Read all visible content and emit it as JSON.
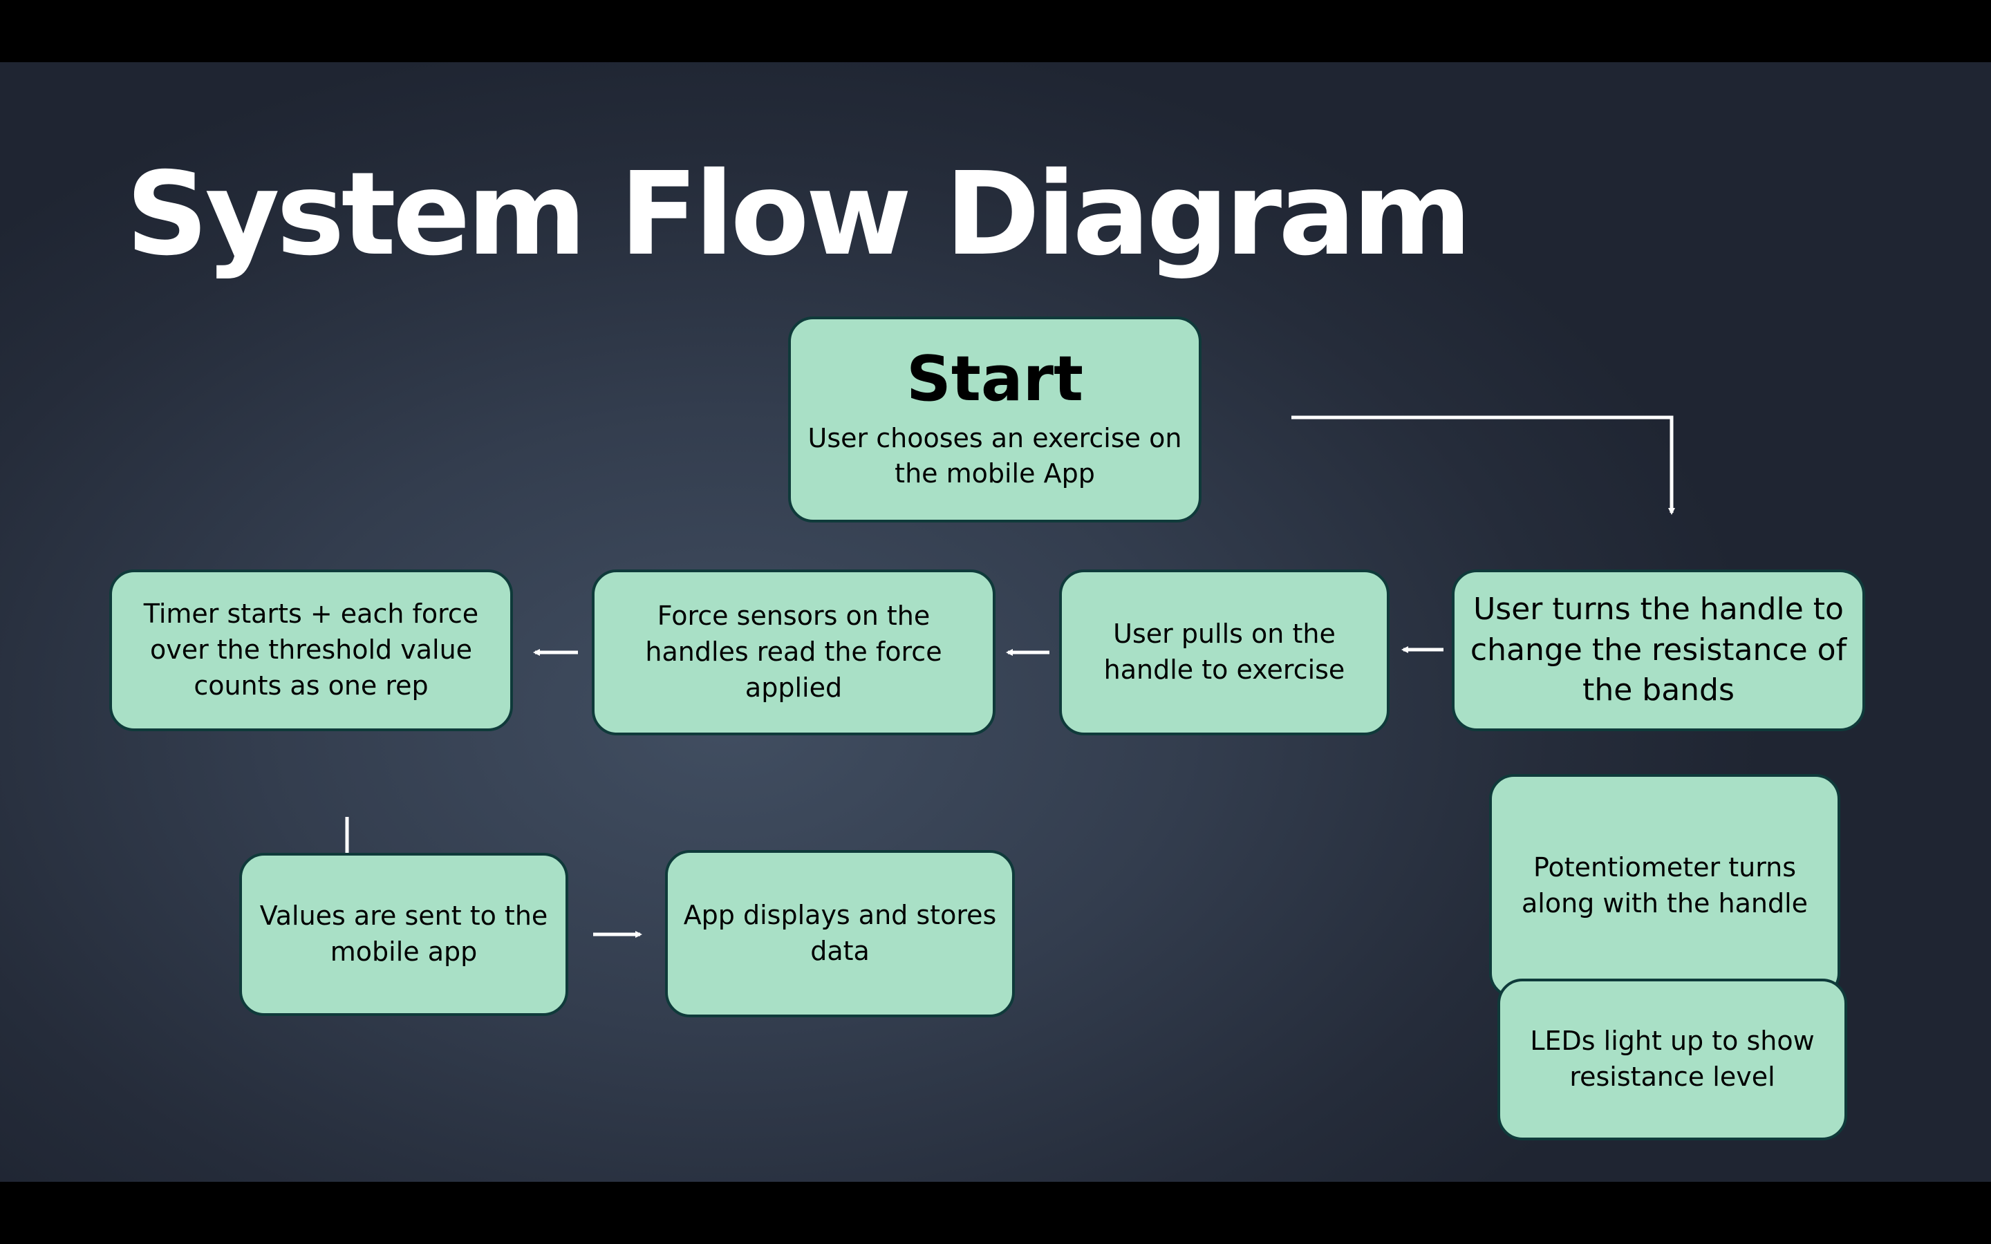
{
  "title": "System Flow Diagram",
  "start": {
    "heading": "Start",
    "text": "User chooses an exercise on the mobile App"
  },
  "nodes": {
    "turn_handle": "User turns the handle to change the resistance of the bands",
    "pull_handle": "User pulls on the handle to exercise",
    "force_sensors": "Force sensors on the handles read the force applied",
    "timer_reps": "Timer starts +  each force over the threshold value counts as one rep",
    "values_sent": "Values are sent to the mobile app",
    "app_displays": "App displays and stores data",
    "potentiometer": "Potentiometer turns along with the handle",
    "leds": "LEDs light up to show resistance level"
  },
  "colors": {
    "box_fill": "#a9e0c6",
    "box_border": "#0f3a3a",
    "arrow": "#ffffff",
    "title": "#ffffff"
  }
}
